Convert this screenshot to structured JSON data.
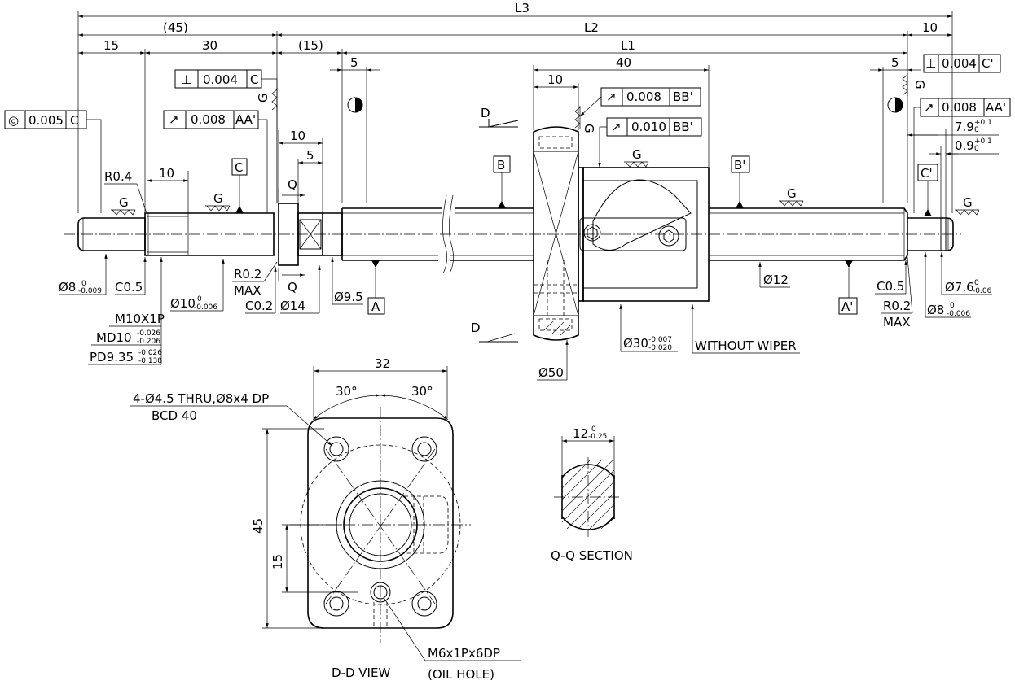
{
  "dims": {
    "L3": "L3",
    "L2": "L2",
    "L1": "L1",
    "d45": "(45)",
    "d10a": "10",
    "d15a": "15",
    "d30": "30",
    "d15b": "(15)",
    "d5a": "5",
    "d40": "40",
    "d10b": "10",
    "d5b": "5",
    "d10c": "10",
    "d5c": "5",
    "d10d": "10",
    "d32": "32",
    "d45v": "45",
    "d15v": "15"
  },
  "gdt": {
    "perp_left": {
      "sym": "⊥",
      "val": "0.004",
      "ref": "C"
    },
    "runout_left": {
      "sym": "↗",
      "val": "0.008",
      "ref": "AA'"
    },
    "conc_left": {
      "sym": "◎",
      "val": "0.005",
      "ref": "C"
    },
    "runout_nut1": {
      "sym": "↗",
      "val": "0.008",
      "ref": "BB'"
    },
    "runout_nut2": {
      "sym": "↗",
      "val": "0.010",
      "ref": "BB'"
    },
    "perp_right": {
      "sym": "⊥",
      "val": "0.004",
      "ref": "C'"
    },
    "runout_right": {
      "sym": "↗",
      "val": "0.008",
      "ref": "AA'"
    }
  },
  "labels": {
    "R04": "R0.4",
    "d8": "Ø8",
    "d8tol": "0",
    "d8tol2": "-0.009",
    "c05a": "C0.5",
    "d10": "Ø10",
    "d10tol": "0",
    "d10tol2": "-0.006",
    "thread": "M10X1P",
    "md": "MD10",
    "mdtol": "-0.026",
    "mdtol2": "-0.206",
    "pd": "PD9.35",
    "pdtol": "-0.026",
    "pdtol2": "-0.138",
    "r02max": "R0.2",
    "max": "MAX",
    "c02": "C0.2",
    "d14": "Ø14",
    "d95": "Ø9.5",
    "datA": "A",
    "datB": "B",
    "datBp": "B'",
    "datC": "C",
    "datCp": "C'",
    "datAp": "A'",
    "g": "G",
    "Q": "Q",
    "D": "D",
    "d50": "Ø50",
    "d30": "Ø30",
    "d30tol": "-0.007",
    "d30tol2": "-0.020",
    "without_wiper": "WITHOUT WIPER",
    "d12": "Ø12",
    "c05b": "C0.5",
    "r02b": "R0.2",
    "maxb": "MAX",
    "d8b": "Ø8",
    "d8btol": "0",
    "d8btol2": "-0.006",
    "d76": "Ø7.6",
    "d76tol": "0",
    "d76tol2": "-0.06",
    "d79": "7.9",
    "d79tol": "+0.1",
    "d79tol2": "0",
    "d09": "0.9",
    "d09tol": "+0.1",
    "d09tol2": "0",
    "holes": "4-Ø4.5 THRU,Ø8x4 DP",
    "bcd": "BCD 40",
    "ang1": "30°",
    "ang2": "30°",
    "oil1": "M6x1Px6DP",
    "oil2": "(OIL HOLE)",
    "ddview": "D-D VIEW",
    "q12": "12",
    "q12tol": "0",
    "q12tol2": "-0.25",
    "qqsec": "Q-Q SECTION"
  }
}
